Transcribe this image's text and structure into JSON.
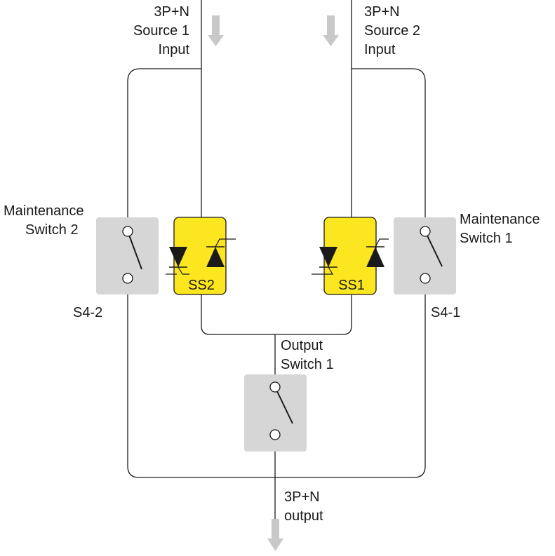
{
  "source1": {
    "line1": "3P+N",
    "line2": "Source 1",
    "line3": "Input"
  },
  "source2": {
    "line1": "3P+N",
    "line2": "Source 2",
    "line3": "Input"
  },
  "maintenance2": {
    "line1": "Maintenance",
    "line2": "Switch 2",
    "id": "S4-2"
  },
  "maintenance1": {
    "line1": "Maintenance",
    "line2": "Switch 1",
    "id": "S4-1"
  },
  "ss2": {
    "label": "SS2"
  },
  "ss1": {
    "label": "SS1"
  },
  "output_switch": {
    "line1": "Output",
    "line2": "Switch 1"
  },
  "output": {
    "line1": "3P+N",
    "line2": "output"
  },
  "colors": {
    "static_switch": "#fce61f",
    "switch_box": "#d6d6d6",
    "arrow": "#c8c8c8",
    "line": "#1a1a1a"
  }
}
